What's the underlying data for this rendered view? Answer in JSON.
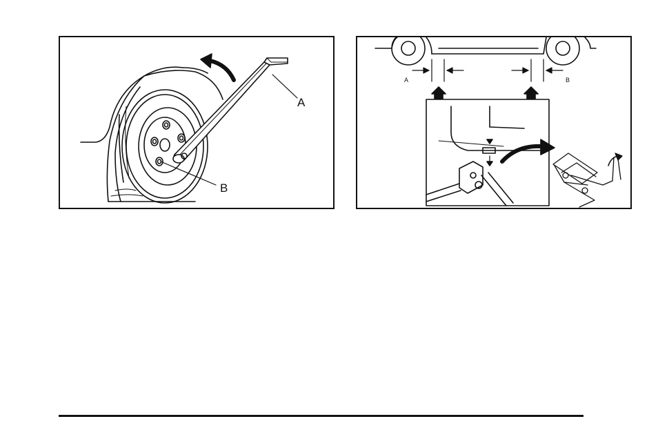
{
  "figures": [
    {
      "id": "lug-wrench-figure",
      "callouts": {
        "a": "A",
        "b": "B"
      }
    },
    {
      "id": "jack-position-figure",
      "callouts": {
        "a": "A",
        "b": "B"
      }
    }
  ]
}
